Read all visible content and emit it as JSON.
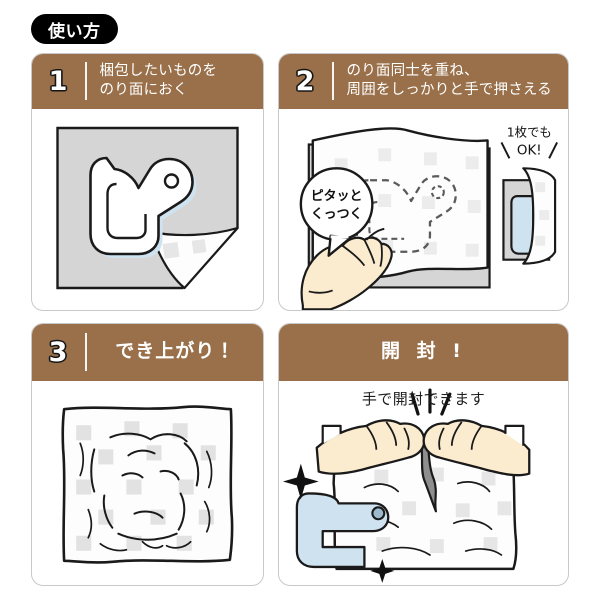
{
  "badge": {
    "label": "使い方"
  },
  "panels": [
    {
      "id": "step-1",
      "number": "1",
      "title": "梱包したいものを\nのり面におく",
      "illustration": "object-placed-on-adhesive-sheet"
    },
    {
      "id": "step-2",
      "number": "2",
      "title": "のり面同士を重ね、\n周囲をしっかりと手で押さえる",
      "illustration": "hand-pressing-sheet",
      "speech_bubble": "ピタッと\nくっつく",
      "inset_note": "1枚でも\nOK!"
    },
    {
      "id": "step-3",
      "number": "3",
      "title": "でき上がり！",
      "illustration": "finished-sealed-package"
    },
    {
      "id": "opening",
      "number": "",
      "title": "開 封 !",
      "caption": "手で開封できます",
      "illustration": "hands-tearing-package-open"
    }
  ],
  "colors": {
    "header_brown": "#99704a",
    "badge_black": "#000000",
    "panel_border": "#c9c9c9",
    "sheet_gray": "#d5d5d5",
    "skin": "#fbeccf",
    "object_blue": "#cfe2ef"
  }
}
